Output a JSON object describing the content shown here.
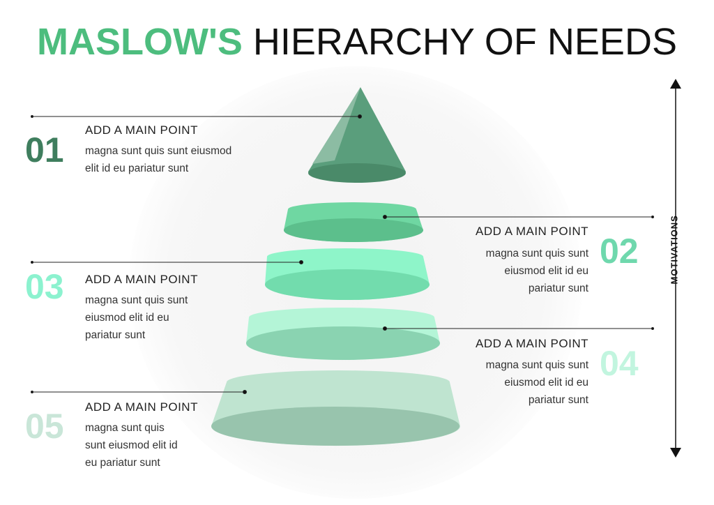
{
  "title": {
    "bold": "MASLOW'S",
    "rest": "HIERARCHY OF NEEDS"
  },
  "axis_label": "MOTIVATIONS",
  "points": [
    {
      "number": "01",
      "heading": "ADD A MAIN POINT",
      "text": [
        "magna sunt quis sunt eiusmod",
        "elit id eu pariatur sunt"
      ],
      "color": "#3f7e5e"
    },
    {
      "number": "02",
      "heading": "ADD A MAIN POINT",
      "text": [
        "magna sunt quis sunt",
        "eiusmod elit id eu",
        "pariatur sunt"
      ],
      "color": "#6fd8ad"
    },
    {
      "number": "03",
      "heading": "ADD A MAIN POINT",
      "text": [
        "magna sunt quis sunt",
        "eiusmod elit id eu",
        "pariatur sunt"
      ],
      "color": "#8cf2cf"
    },
    {
      "number": "04",
      "heading": "ADD A MAIN POINT",
      "text": [
        "magna sunt quis sunt",
        "eiusmod elit id eu",
        "pariatur sunt"
      ],
      "color": "#c2f5df"
    },
    {
      "number": "05",
      "heading": "ADD A MAIN POINT",
      "text": [
        "magna sunt quis",
        "sunt eiusmod elit id",
        "eu pariatur sunt"
      ],
      "color": "#c9e6d8"
    }
  ]
}
